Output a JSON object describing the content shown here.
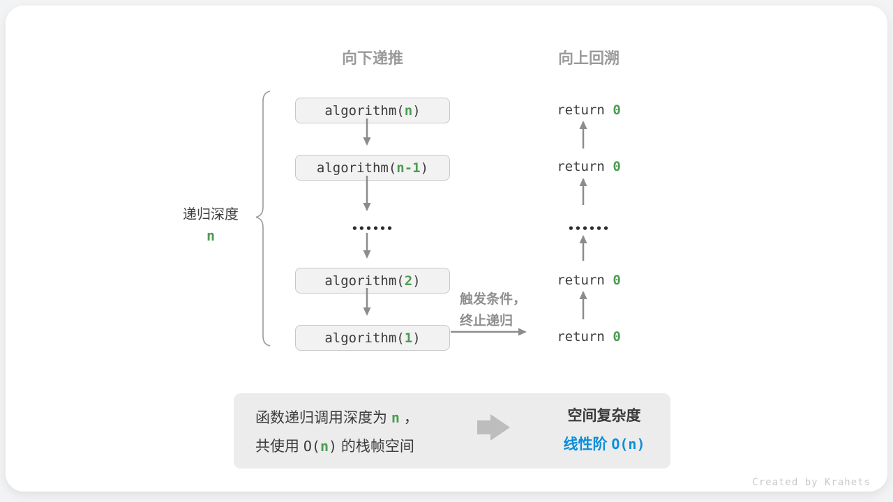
{
  "headers": {
    "down": "向下递推",
    "up": "向上回溯"
  },
  "depth_label": {
    "text": "递归深度",
    "value": "n"
  },
  "call_stack": {
    "boxes": [
      {
        "prefix": "algorithm(",
        "arg": "n",
        "suffix": ")"
      },
      {
        "prefix": "algorithm(",
        "arg": "n-1",
        "suffix": ")"
      },
      {
        "prefix": "algorithm(",
        "arg": "2",
        "suffix": ")"
      },
      {
        "prefix": "algorithm(",
        "arg": "1",
        "suffix": ")"
      }
    ],
    "ellipsis": "••••••"
  },
  "returns": {
    "items": [
      {
        "prefix": "return ",
        "value": "0"
      },
      {
        "prefix": "return ",
        "value": "0"
      },
      {
        "prefix": "return ",
        "value": "0"
      },
      {
        "prefix": "return ",
        "value": "0"
      }
    ],
    "ellipsis": "••••••"
  },
  "trigger_note": {
    "line1": "触发条件，",
    "line2": "终止递归"
  },
  "summary": {
    "left": {
      "line1_pre": "函数递归调用深度为 ",
      "line1_arg": "n",
      "line1_post": " ，",
      "line2_pre": "共使用 ",
      "line2_code_open": "O(",
      "line2_arg": "n",
      "line2_code_close": ")",
      "line2_post": " 的栈帧空间"
    },
    "right": {
      "title": "空间复杂度",
      "result_label": "线性阶 ",
      "result_code": "O(n)"
    }
  },
  "credit": "Created by Krahets",
  "colors": {
    "accent_green": "#4c9b52",
    "accent_blue": "#0a8ed9",
    "arrow_gray": "#8c8c8c",
    "header_gray": "#9a9a9a",
    "box_fill": "#f2f2f2",
    "box_border": "#c7c7c7",
    "summary_fill": "#ececec",
    "card_bg": "#ffffff"
  }
}
